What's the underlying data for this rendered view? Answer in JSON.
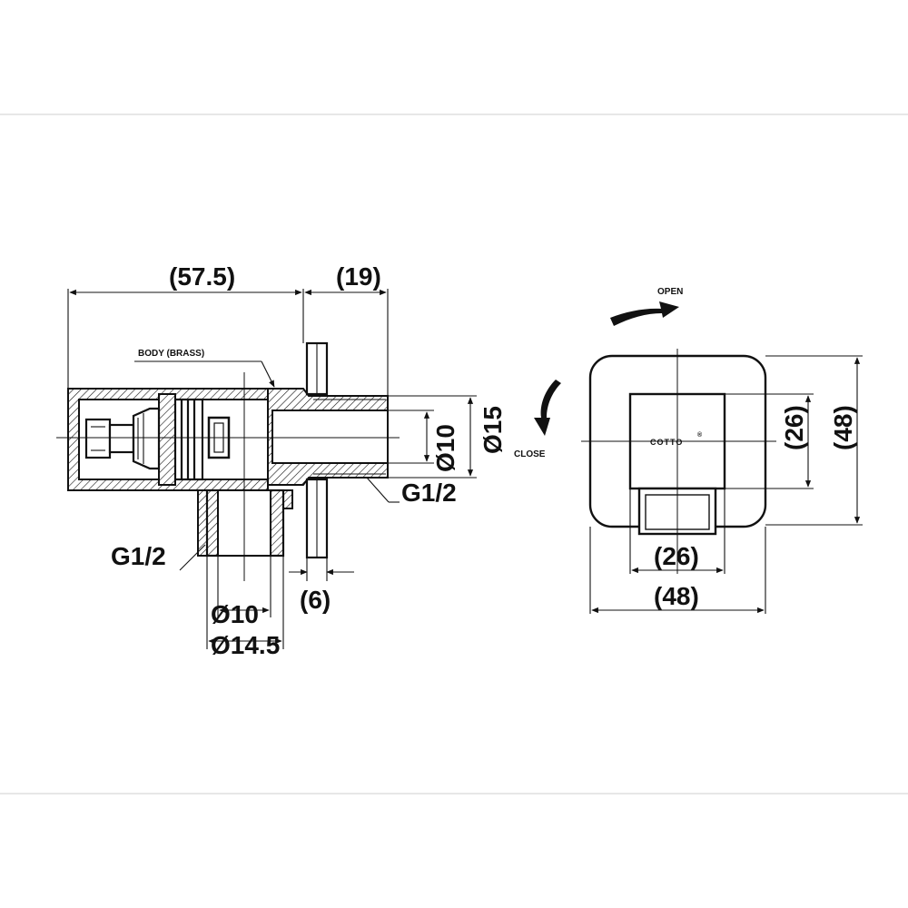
{
  "labels": {
    "body_note": "BODY (BRASS)",
    "dim_overall": "(57.5)",
    "dim_thread_len": "(19)",
    "dim_outlet_bore": "Ø10",
    "dim_outlet_od": "Ø15",
    "thread_side": "G1/2",
    "thread_inlet": "G1/2",
    "dim_flange": "(6)",
    "dim_inlet_bore": "Ø10",
    "dim_inlet_od": "Ø14.5",
    "open": "OPEN",
    "close": "CLOSE",
    "brand": "COTTO",
    "brand_mark": "®",
    "dim_plate_inner_h": "(26)",
    "dim_plate_outer_h": "(48)",
    "dim_plate_inner_w": "(26)",
    "dim_plate_outer_w": "(48)"
  }
}
